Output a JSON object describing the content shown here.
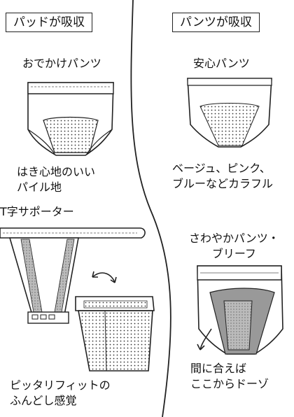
{
  "left": {
    "header": "パッドが吸収",
    "item1_title": "おでかけパンツ",
    "item1_note": "はき心地のいい\nパイル地",
    "item2_title": "T字サポーター",
    "item2_note": "ピッタリフィットの\nふんどし感覚"
  },
  "right": {
    "header": "パンツが吸収",
    "item1_title": "安心パンツ",
    "item1_note": "ベージュ、ピンク、\nブルーなどカラフル",
    "item2_title": "さわやかパンツ・\nブリーフ",
    "item2_note": "間に合えば\nここからドーゾ"
  }
}
